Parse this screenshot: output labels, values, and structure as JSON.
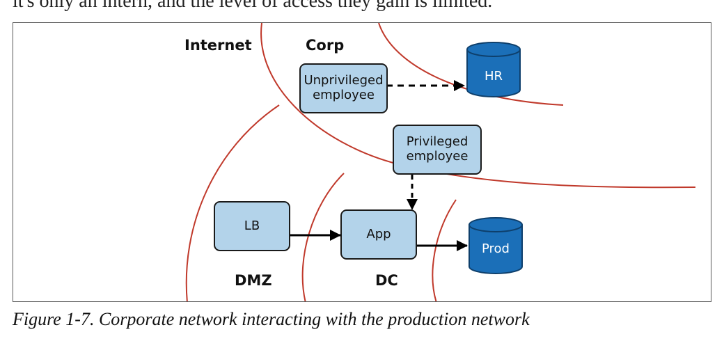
{
  "preceding_text": "it's only an intern, and the level of access they gain is limited.",
  "zones": {
    "internet": "Internet",
    "corp": "Corp",
    "dmz": "DMZ",
    "dc": "DC"
  },
  "nodes": {
    "unprivileged_employee": "Unprivileged\nemployee",
    "privileged_employee": "Privileged\nemployee",
    "lb": "LB",
    "app": "App"
  },
  "databases": {
    "hr": "HR",
    "prod": "Prod"
  },
  "colors": {
    "boundary": "#c0392b",
    "node_fill": "#b3d3ea",
    "db_fill": "#1b6fb8"
  },
  "caption": "Figure 1-7. Corporate network interacting with the production network"
}
